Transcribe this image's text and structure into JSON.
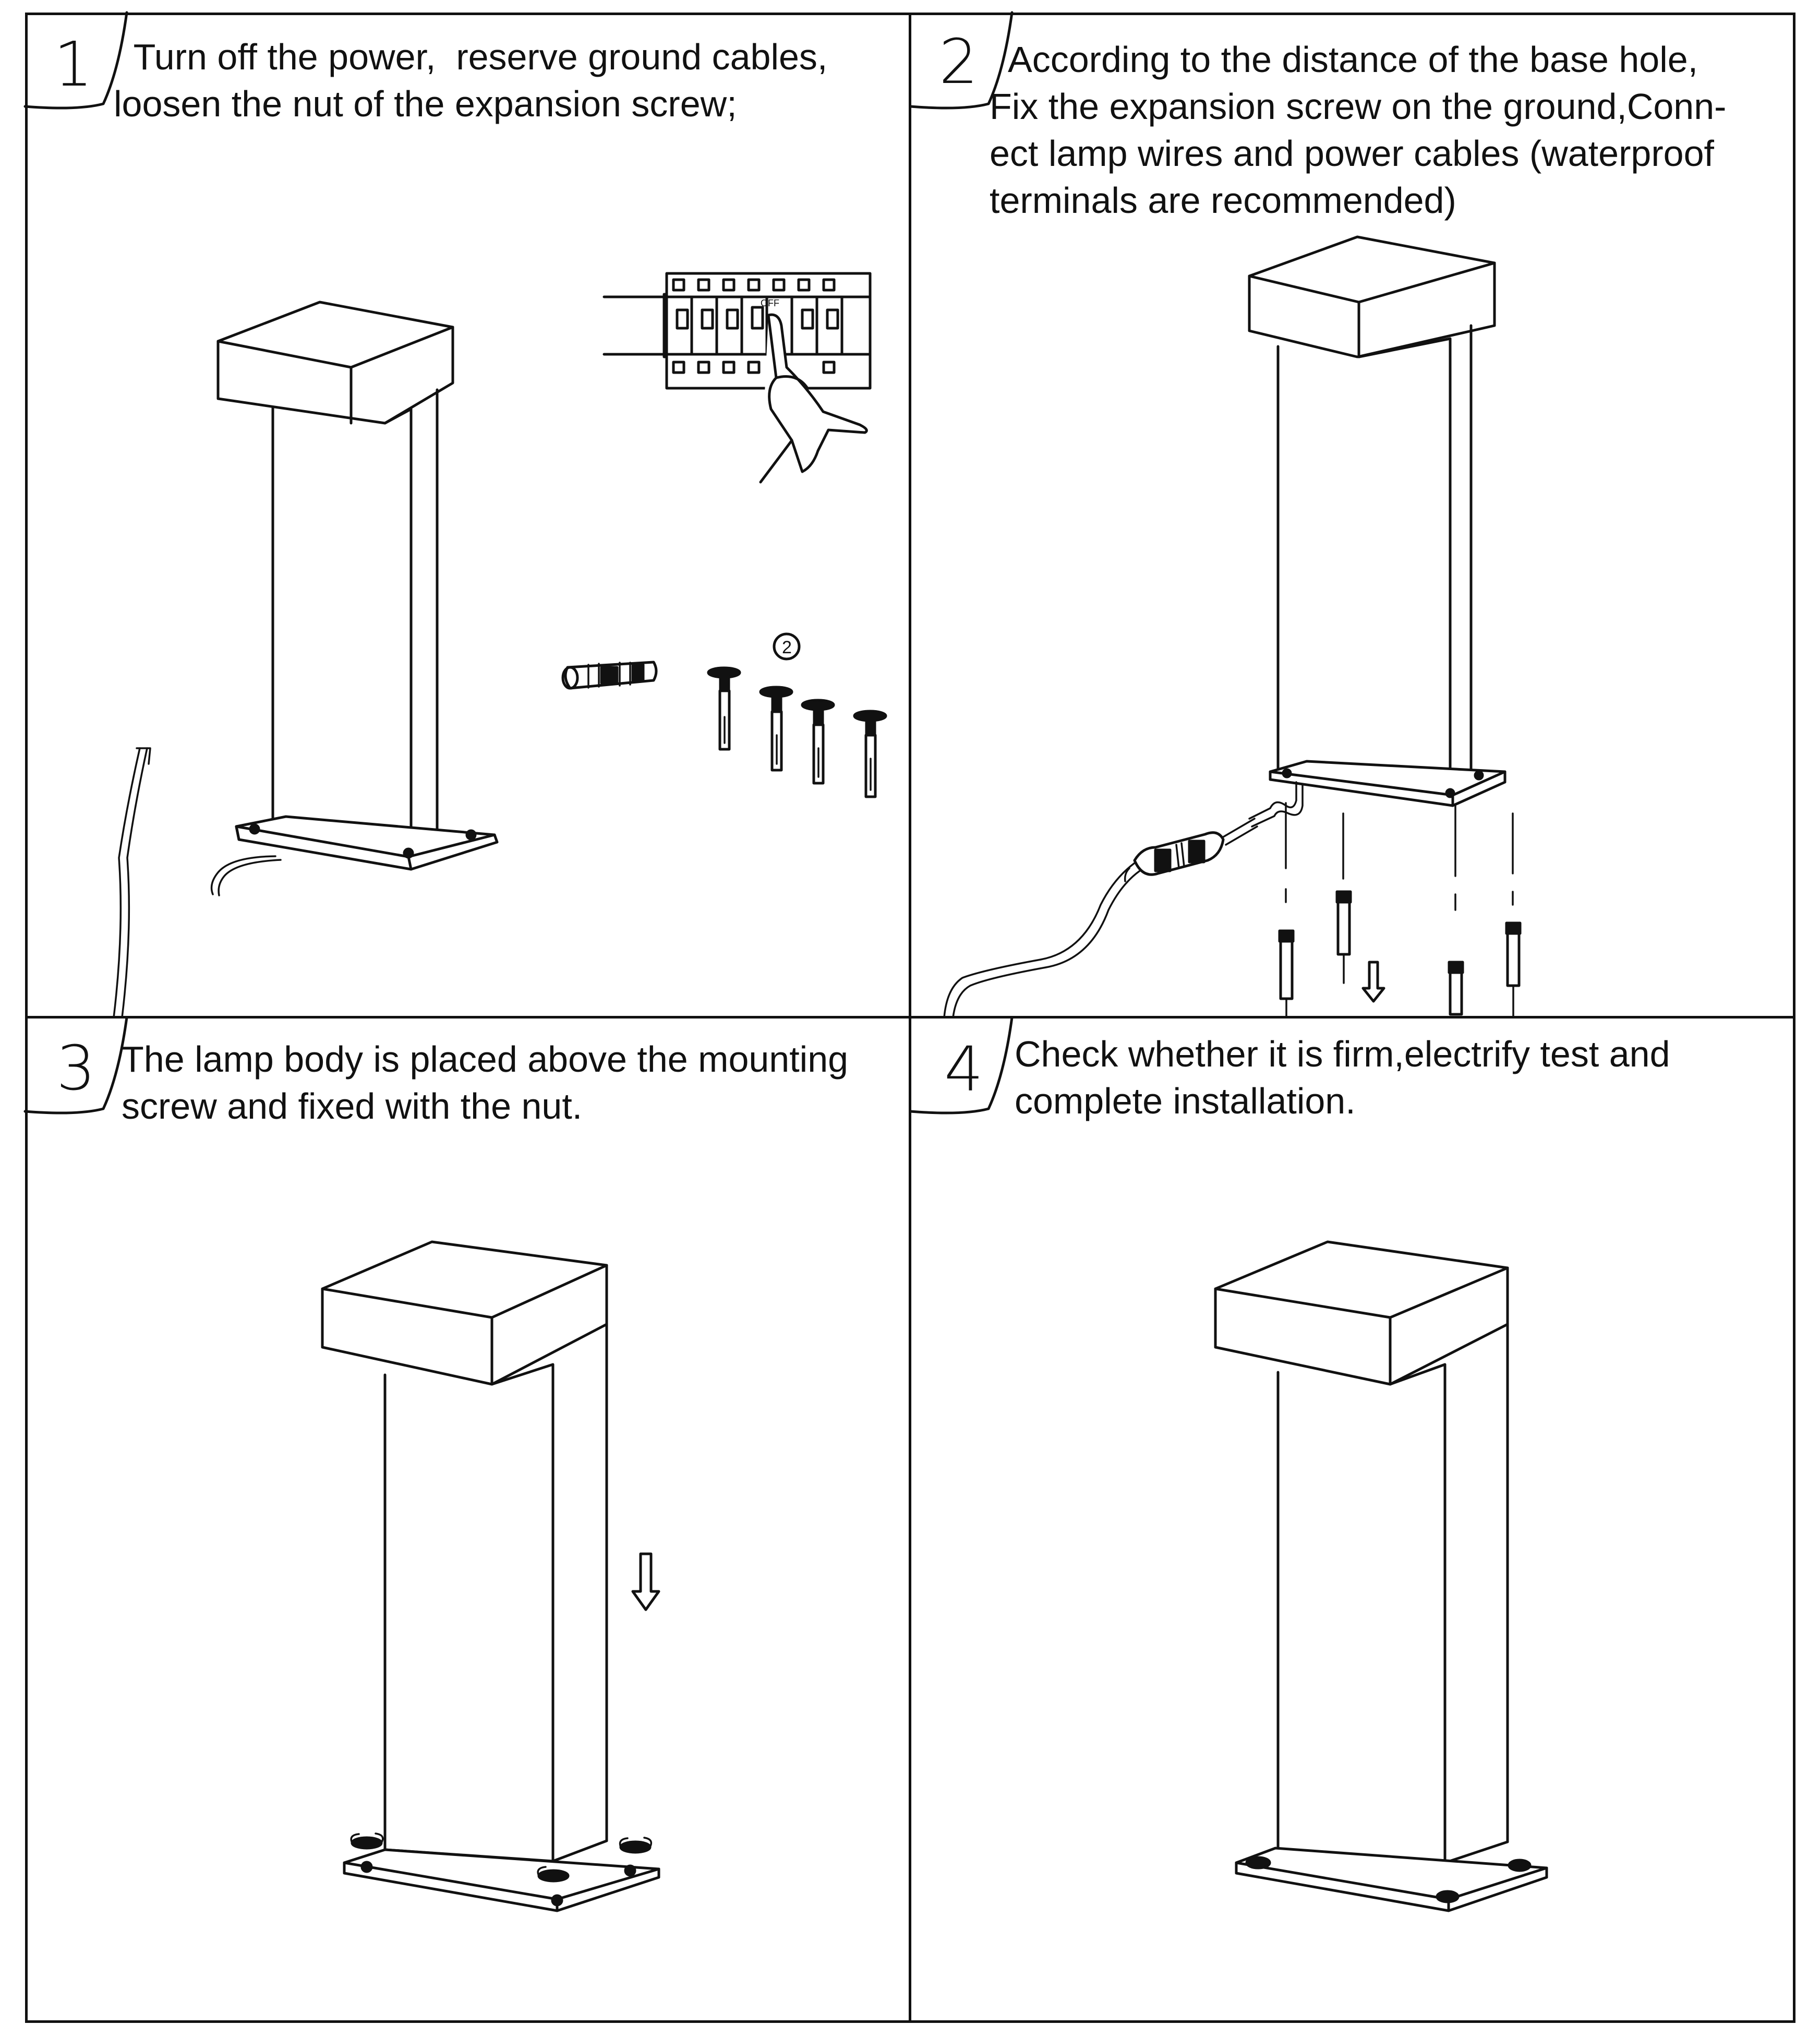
{
  "steps": [
    {
      "number": "1",
      "text": "  Turn off the power,  reserve ground cables,\nloosen the nut of the expansion screw;"
    },
    {
      "number": "2",
      "text": "  According to the distance of the base hole,\nFix the expansion screw on the ground,Conn-\nect lamp wires and power cables (waterproof\nterminals are recommended)"
    },
    {
      "number": "3",
      "text": "The lamp body is placed above the mounting\nscrew and fixed with the nut."
    },
    {
      "number": "4",
      "text": "Check whether it is firm,electrify test and\ncomplete installation."
    }
  ],
  "breaker_label": "OFF",
  "callout_label": "2",
  "icons": [
    "bollard-lamp-icon",
    "circuit-breaker-icon",
    "hand-icon",
    "waterproof-connector-icon",
    "expansion-screw-icon",
    "down-arrow-icon",
    "nut-icon"
  ]
}
